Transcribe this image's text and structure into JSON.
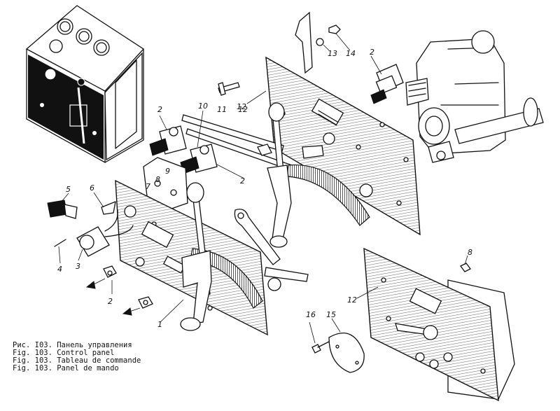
{
  "caption": [
    {
      "prefix": "Рис.",
      "text": "I03. Панель управления"
    },
    {
      "prefix": "Fig.",
      "text": "103. Control panel"
    },
    {
      "prefix": "Fig.",
      "text": "103. Tableau de commande"
    },
    {
      "prefix": "Fig.",
      "text": "103. Panel de mando"
    }
  ],
  "callouts": [
    "1",
    "2",
    "2",
    "2",
    "2",
    "3",
    "4",
    "5",
    "6",
    "7",
    "8",
    "8",
    "9",
    "10",
    "11",
    "12",
    "12",
    "12",
    "13",
    "14",
    "15",
    "16"
  ]
}
